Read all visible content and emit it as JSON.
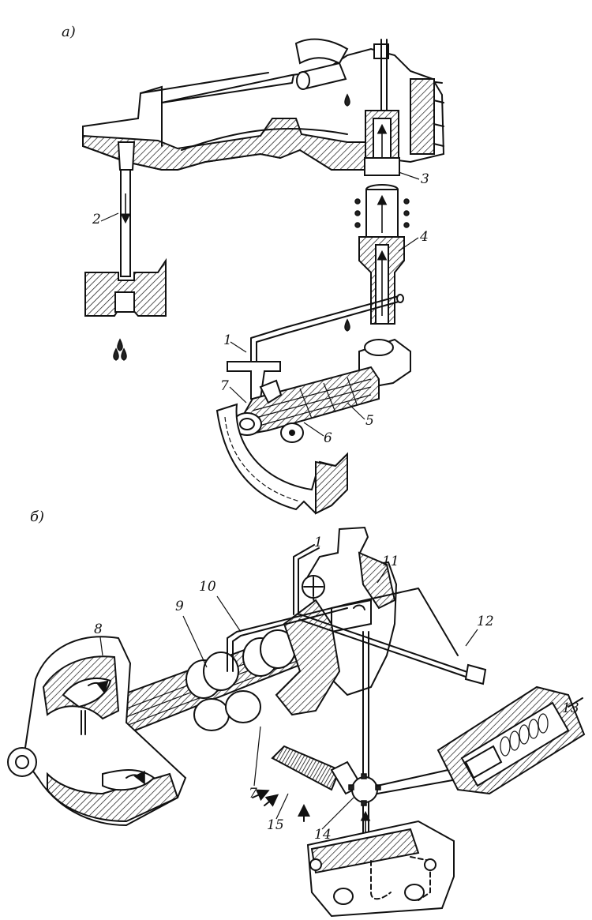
{
  "figure": {
    "panel_a_label": "а)",
    "panel_b_label": "б)"
  },
  "labels_a": [
    "1",
    "2",
    "3",
    "4",
    "5",
    "6",
    "7"
  ],
  "labels_b": [
    "1",
    "7",
    "8",
    "9",
    "10",
    "11",
    "12",
    "13",
    "14",
    "15"
  ]
}
